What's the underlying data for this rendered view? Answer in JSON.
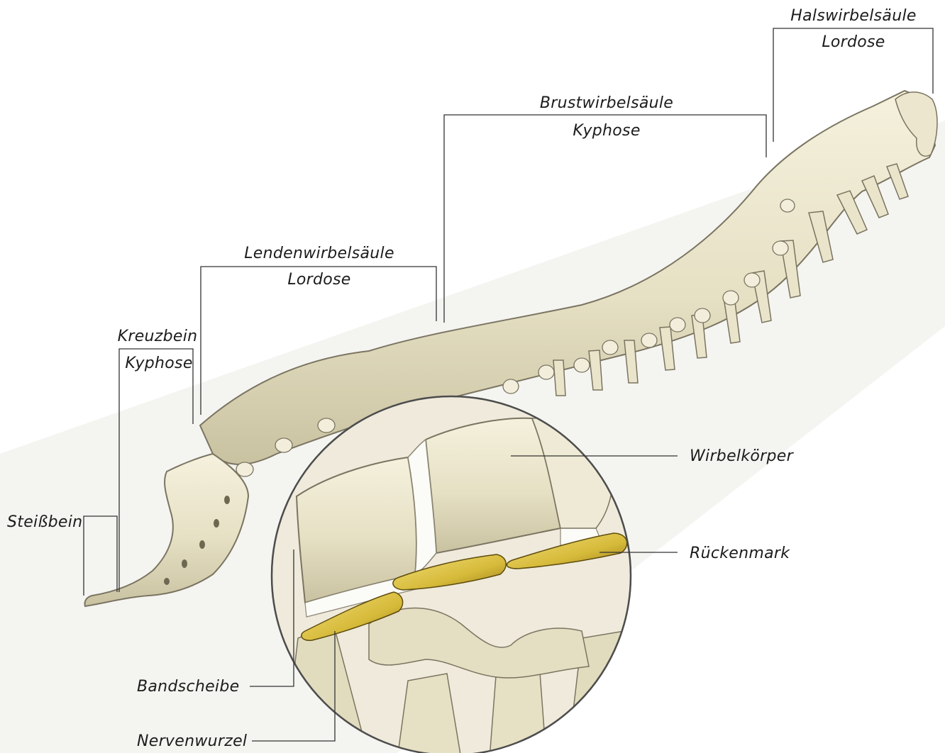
{
  "labels": {
    "cervical": {
      "region": "Halswirbelsäule",
      "curve": "Lordose"
    },
    "thoracic": {
      "region": "Brustwirbelsäule",
      "curve": "Kyphose"
    },
    "lumbar": {
      "region": "Lendenwirbelsäule",
      "curve": "Lordose"
    },
    "sacrum": {
      "region": "Kreuzbein",
      "curve": "Kyphose"
    },
    "coccyx": "Steißbein",
    "vertebral_body": "Wirbelkörper",
    "spinal_cord": "Rückenmark",
    "disc": "Bandscheibe",
    "nerve_root": "Nervenwurzel"
  },
  "colors": {
    "bone": "#ece7cf",
    "bone_shadow": "#b9b293",
    "bone_outline": "#7a7461",
    "disc": "#f7f7f3",
    "nerve": "#d6ba3a",
    "background_band": "#f2f2ee",
    "leader_line": "#333333"
  }
}
